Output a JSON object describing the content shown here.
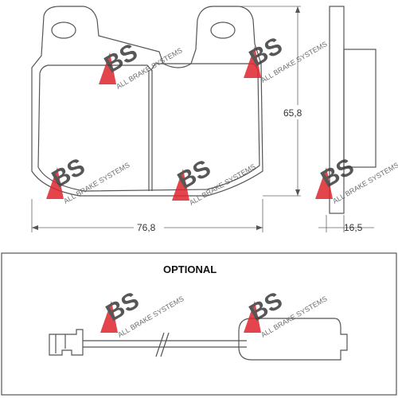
{
  "dimensions": {
    "height": "65,8",
    "width": "76,8",
    "thickness": "16,5"
  },
  "optional_label": "OPTIONAL",
  "watermark": {
    "letters": "ABS",
    "brand": "ALL BRAKE SYSTEMS",
    "accent_color": "#e0252f"
  },
  "colors": {
    "line": "#555555",
    "accent": "#e0252f"
  }
}
